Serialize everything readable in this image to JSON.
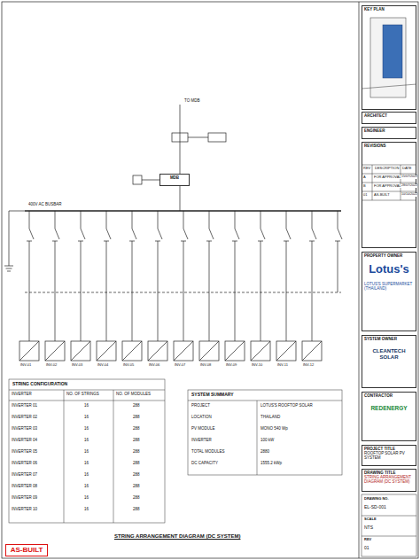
{
  "diagram": {
    "title": "STRING ARRANGEMENT DIAGRAM (DC SYSTEM)",
    "nodes": [
      {
        "text": [
          "KEY PLAN"
        ]
      },
      {
        "text": [
          "ARCHITECT"
        ]
      },
      {
        "text": [
          "ENGINEER"
        ]
      },
      {
        "text": [
          "REVISIONS"
        ]
      },
      {
        "text": [
          "PROPERTY OWNER",
          "Lotus's",
          "LOTUS'S SUPERMARKET (THAILAND)"
        ]
      },
      {
        "text": [
          "SYSTEM OWNER",
          "CLEANTECH SOLAR"
        ]
      },
      {
        "text": [
          "CONTRACTOR",
          "REDENERGY"
        ]
      },
      {
        "text": [
          "PROJECT TITLE",
          "ROOFTOP SOLAR PV SYSTEM"
        ]
      },
      {
        "text": [
          "DRAWING TITLE",
          "STRING ARRANGEMENT DIAGRAM (DC SYSTEM)"
        ]
      },
      {
        "text": [
          "AS-BUILT"
        ]
      },
      {
        "text": [
          "MDB"
        ]
      }
    ],
    "edges": [],
    "labels": [
      "TO MDB",
      "400V AC BUSBAR",
      "INV-01",
      "INV-02",
      "INV-03",
      "INV-04",
      "INV-05",
      "INV-06",
      "INV-07",
      "INV-08",
      "INV-09",
      "INV-10",
      "INV-11",
      "INV-12",
      "STRING CONFIGURATION",
      "INVERTER",
      "NO. OF STRINGS",
      "NO. OF MODULES",
      "INVERTER 01",
      "16",
      "288",
      "INVERTER 02",
      "16",
      "288",
      "INVERTER 03",
      "16",
      "288",
      "INVERTER 04",
      "16",
      "288",
      "INVERTER 05",
      "16",
      "288",
      "INVERTER 06",
      "16",
      "288",
      "INVERTER 07",
      "16",
      "288",
      "INVERTER 08",
      "16",
      "288",
      "INVERTER 09",
      "16",
      "288",
      "INVERTER 10",
      "16",
      "288",
      "SYSTEM SUMMARY",
      "PROJECT",
      "LOTUS'S ROOFTOP SOLAR",
      "LOCATION",
      "THAILAND",
      "PV MODULE",
      "MONO 540 Wp",
      "INVERTER",
      "100 kW",
      "TOTAL MODULES",
      "2880",
      "DC CAPACITY",
      "1555.2 kWp",
      "REV",
      "DESCRIPTION",
      "DATE",
      "A",
      "FOR APPROVAL",
      "15/07/2022",
      "B",
      "FOR APPROVAL",
      "28/07/2022",
      "01",
      "AS-BUILT",
      "10/10/2022",
      "DRAWING NO.",
      "EL-SD-001",
      "SCALE",
      "NTS",
      "REV",
      "01"
    ]
  }
}
